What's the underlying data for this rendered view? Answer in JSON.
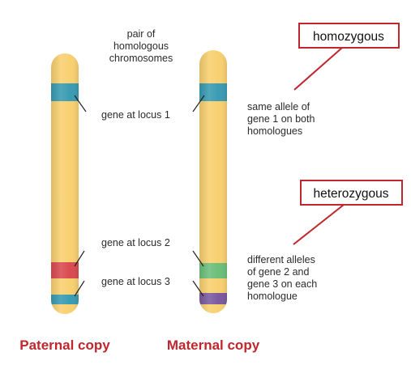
{
  "colors": {
    "chromosome_fill": "#f8d070",
    "chromosome_edge": "#e6b84a",
    "gene1_band": "#3a9bb3",
    "paternal_gene2_band": "#d94a4f",
    "maternal_gene2_band": "#6cbf7a",
    "paternal_gene3_band": "#3a9bb3",
    "maternal_gene3_band": "#7a5aa0",
    "accent_red": "#c0262d"
  },
  "header": {
    "line1": "pair of",
    "line2": "homologous",
    "line3": "chromosomes"
  },
  "loci": {
    "locus1": "gene at locus 1",
    "locus2": "gene at locus 2",
    "locus3": "gene at locus 3"
  },
  "annotations": {
    "same_allele": {
      "line1": "same allele of",
      "line2": "gene 1 on both",
      "line3": "homologues"
    },
    "different_alleles": {
      "line1": "different alleles",
      "line2": "of gene 2 and",
      "line3": "gene 3 on each",
      "line4": "homologue"
    }
  },
  "callouts": {
    "homozygous": "homozygous",
    "heterozygous": "heterozygous"
  },
  "copies": {
    "paternal": "Paternal copy",
    "maternal": "Maternal copy"
  }
}
